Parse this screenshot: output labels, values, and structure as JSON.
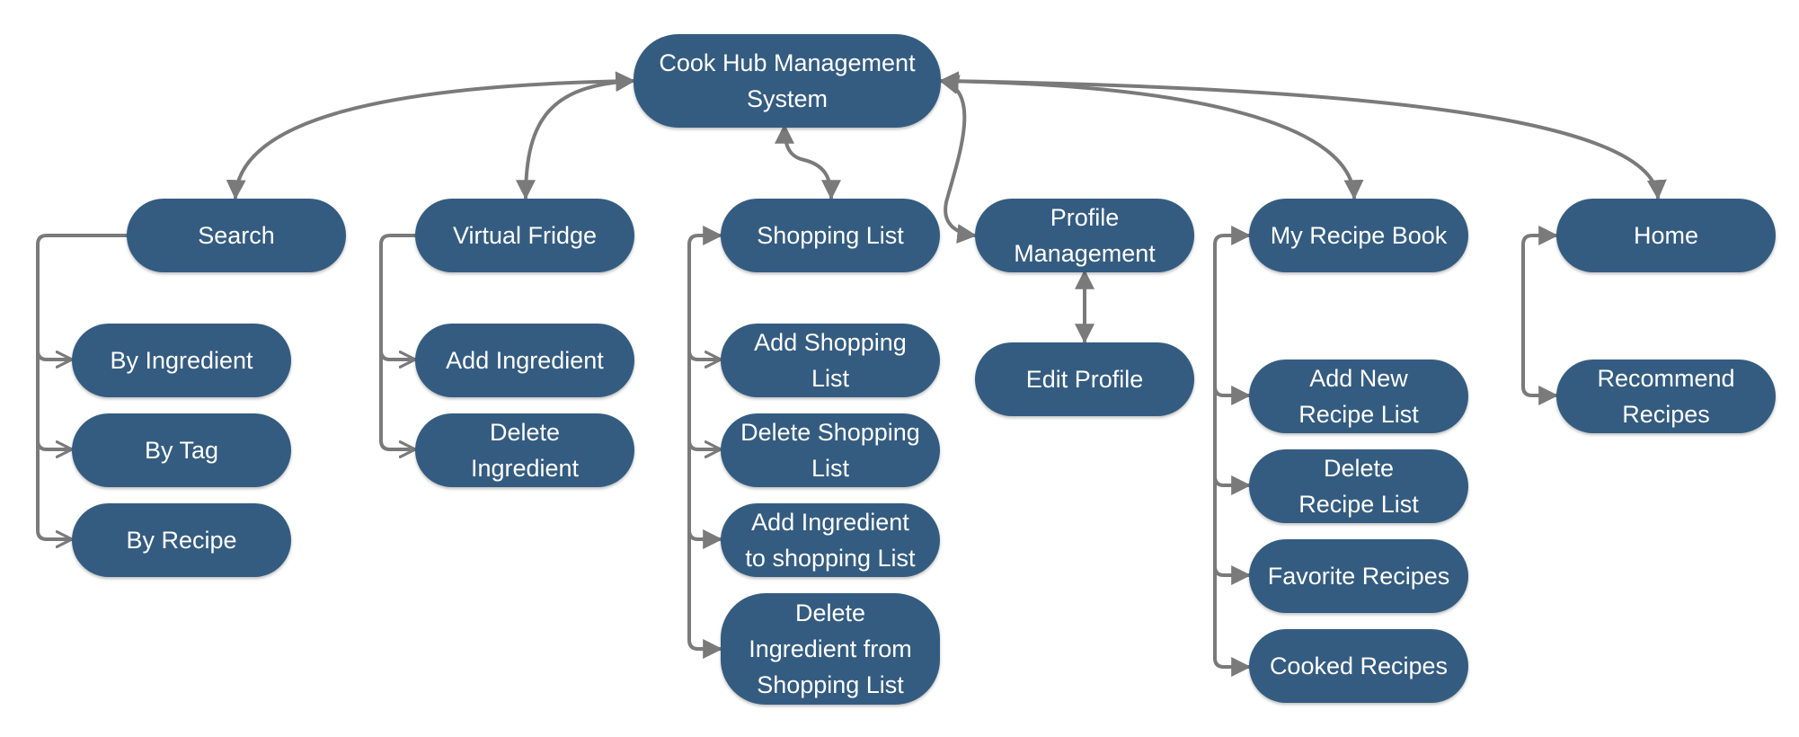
{
  "colors": {
    "node_fill": "#345c80",
    "node_text": "#ffffff",
    "connector": "#7a7a7a",
    "background": "#ffffff"
  },
  "nodes": {
    "root": "Cook Hub Management\nSystem",
    "search": "Search",
    "by_ingredient": "By Ingredient",
    "by_tag": "By Tag",
    "by_recipe": "By Recipe",
    "virtual_fridge": "Virtual Fridge",
    "add_ingredient": "Add Ingredient",
    "delete_ingredient": "Delete\nIngredient",
    "shopping_list": "Shopping List",
    "add_shopping_list": "Add Shopping\nList",
    "delete_shopping_list": "Delete Shopping\nList",
    "add_ingredient_to_shopping_list": "Add Ingredient\nto shopping List",
    "delete_ingredient_from_shopping_list": "Delete\nIngredient from\nShopping List",
    "profile_management": "Profile\nManagement",
    "edit_profile": "Edit Profile",
    "my_recipe_book": "My Recipe Book",
    "add_new_recipe_list": "Add New\nRecipe List",
    "delete_recipe_list": "Delete\nRecipe List",
    "favorite_recipes": "Favorite Recipes",
    "cooked_recipes": "Cooked Recipes",
    "home": "Home",
    "recommend_recipes": "Recommend\nRecipes"
  },
  "edges": [
    {
      "from": "root",
      "to": "search",
      "style": "double-arrow"
    },
    {
      "from": "root",
      "to": "virtual_fridge",
      "style": "double-arrow"
    },
    {
      "from": "root",
      "to": "shopping_list",
      "style": "double-arrow"
    },
    {
      "from": "root",
      "to": "profile_management",
      "style": "double-arrow"
    },
    {
      "from": "root",
      "to": "my_recipe_book",
      "style": "double-arrow"
    },
    {
      "from": "root",
      "to": "home",
      "style": "double-arrow"
    },
    {
      "from": "search",
      "to": "by_ingredient",
      "style": "open-arrow"
    },
    {
      "from": "search",
      "to": "by_tag",
      "style": "open-arrow"
    },
    {
      "from": "search",
      "to": "by_recipe",
      "style": "open-arrow"
    },
    {
      "from": "virtual_fridge",
      "to": "add_ingredient",
      "style": "open-arrow"
    },
    {
      "from": "virtual_fridge",
      "to": "delete_ingredient",
      "style": "open-arrow"
    },
    {
      "from": "shopping_list",
      "to": "add_shopping_list",
      "style": "open-arrow"
    },
    {
      "from": "shopping_list",
      "to": "delete_shopping_list",
      "style": "open-arrow"
    },
    {
      "from": "shopping_list",
      "to": "add_ingredient_to_shopping_list",
      "style": "double-arrow"
    },
    {
      "from": "shopping_list",
      "to": "delete_ingredient_from_shopping_list",
      "style": "double-arrow"
    },
    {
      "from": "profile_management",
      "to": "edit_profile",
      "style": "double-arrow"
    },
    {
      "from": "my_recipe_book",
      "to": "add_new_recipe_list",
      "style": "double-arrow"
    },
    {
      "from": "my_recipe_book",
      "to": "delete_recipe_list",
      "style": "double-arrow"
    },
    {
      "from": "my_recipe_book",
      "to": "favorite_recipes",
      "style": "double-arrow"
    },
    {
      "from": "my_recipe_book",
      "to": "cooked_recipes",
      "style": "double-arrow"
    },
    {
      "from": "home",
      "to": "recommend_recipes",
      "style": "double-arrow"
    }
  ]
}
